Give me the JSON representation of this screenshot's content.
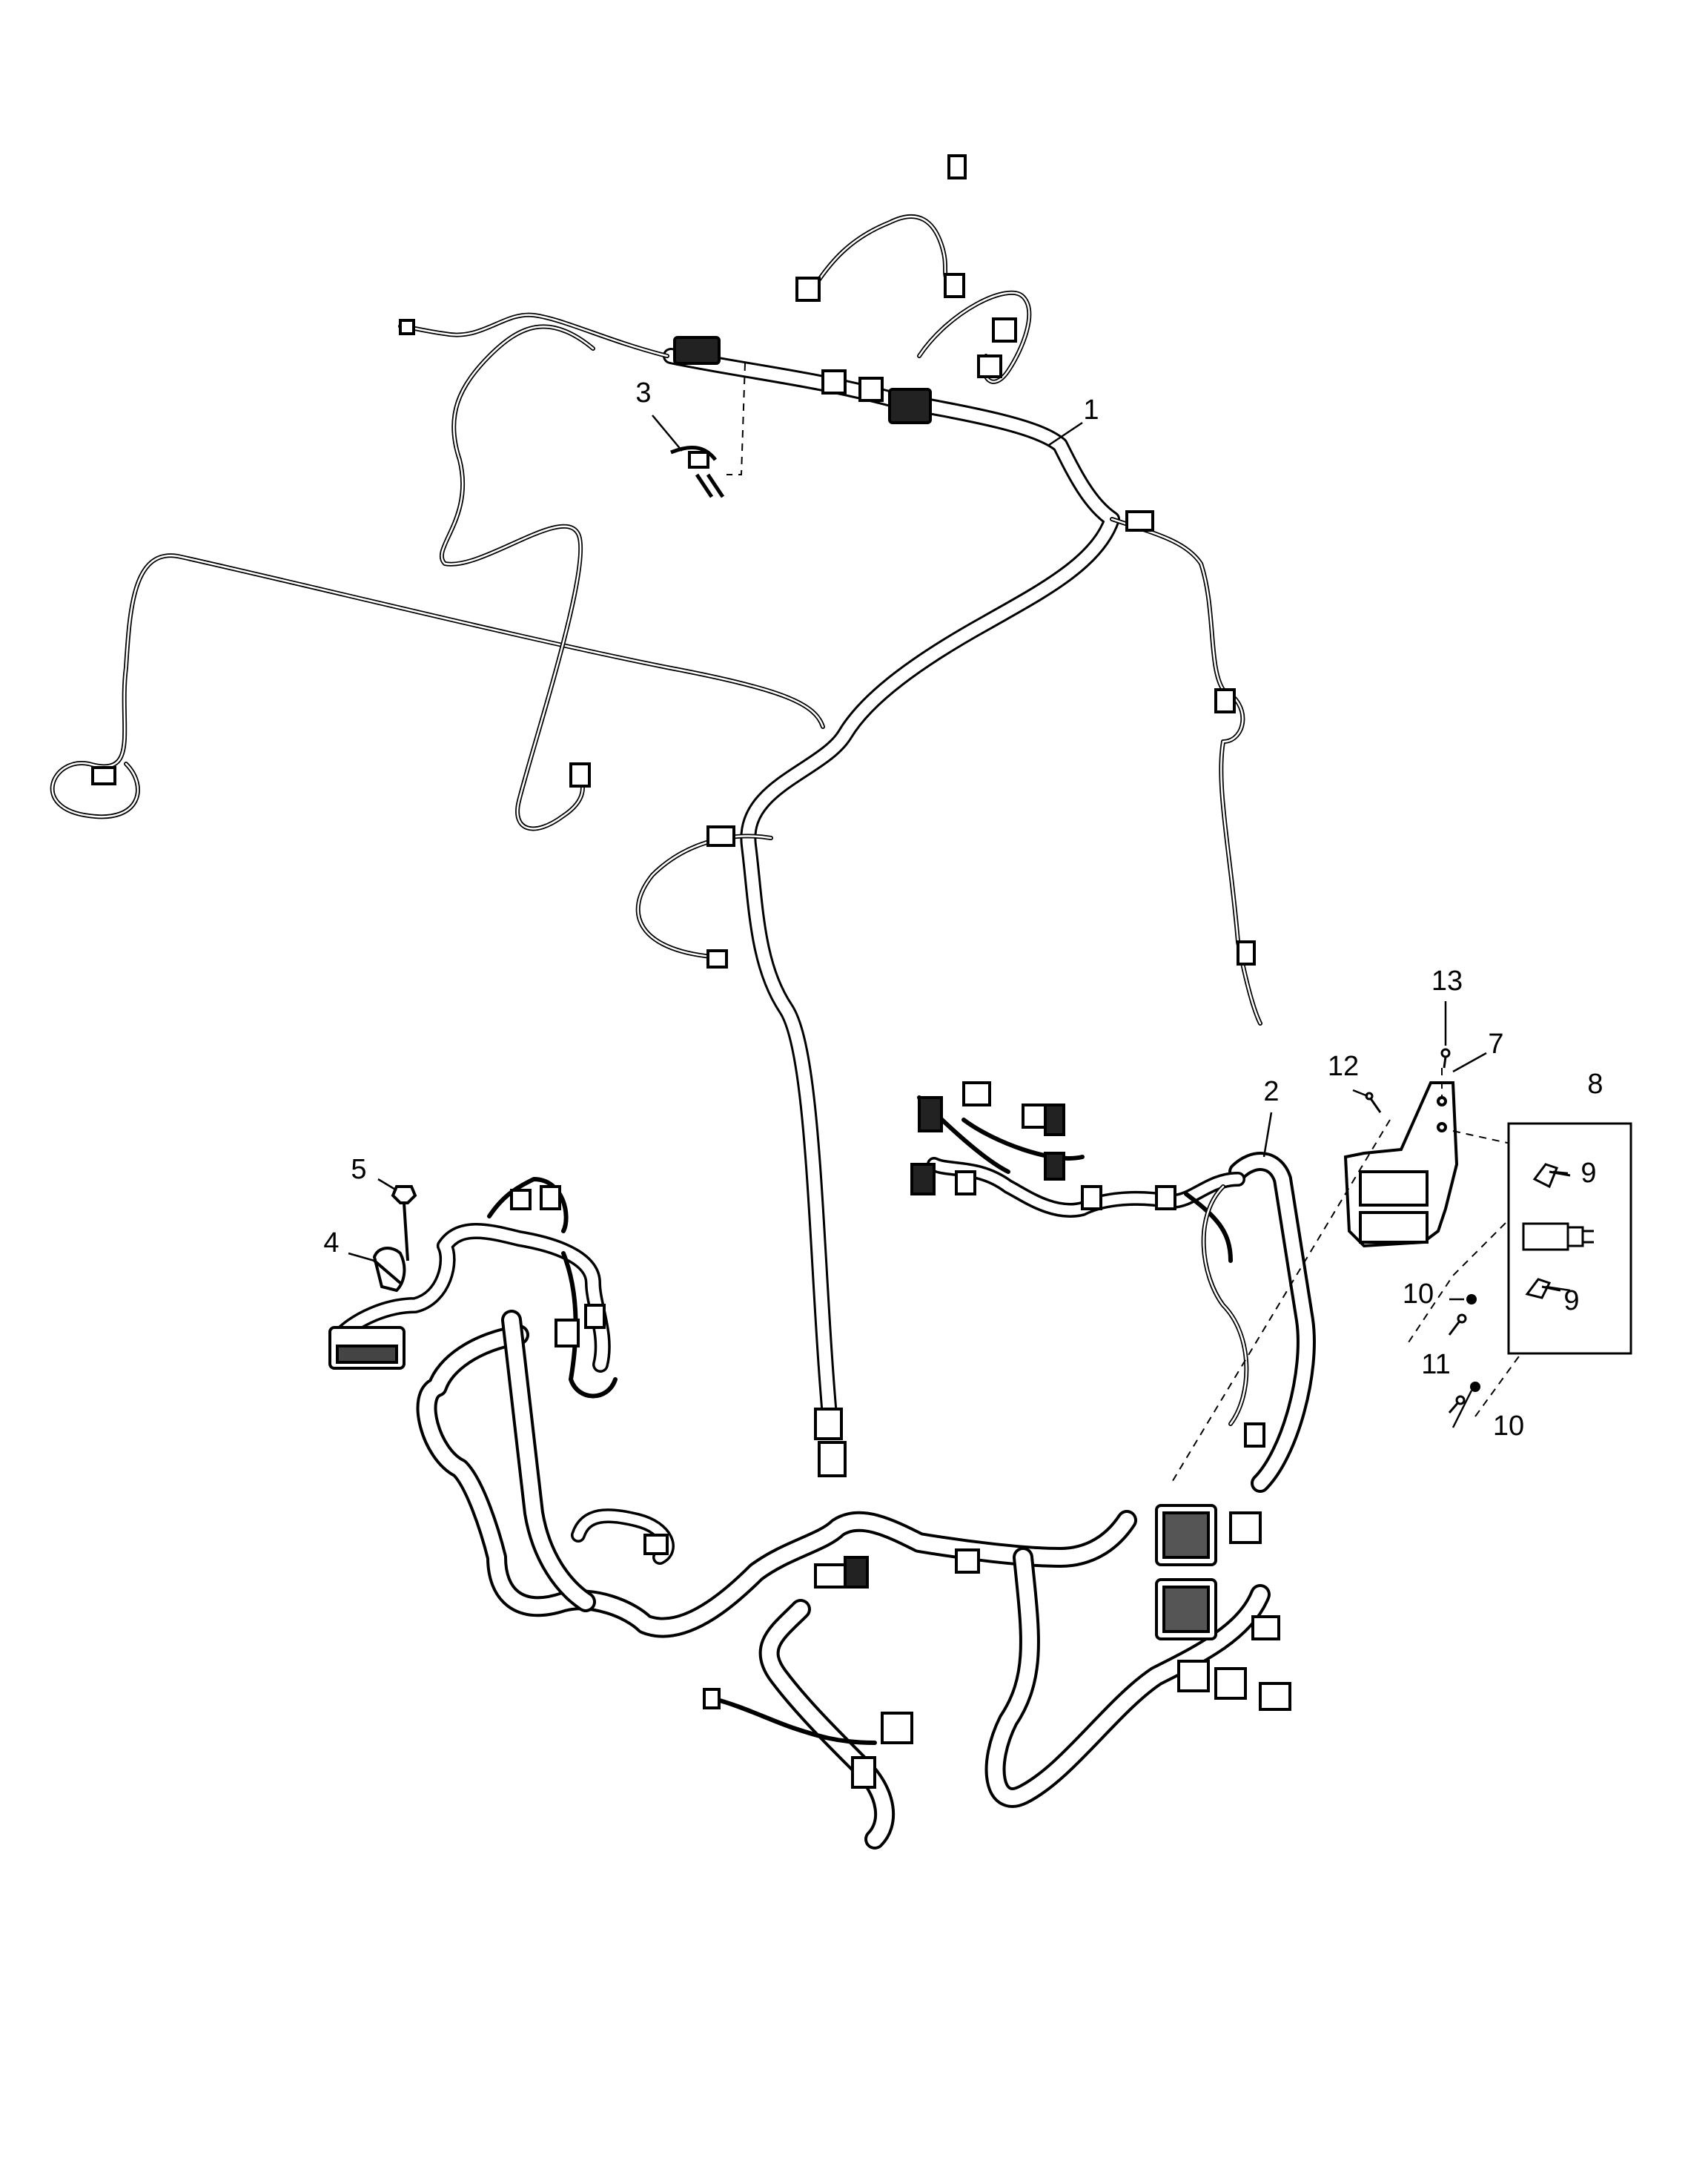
{
  "callouts": [
    {
      "label": "1"
    },
    {
      "label": "2"
    },
    {
      "label": "3"
    },
    {
      "label": "4"
    },
    {
      "label": "5"
    },
    {
      "label": "7"
    },
    {
      "label": "8"
    },
    {
      "label": "9"
    },
    {
      "label": "9"
    },
    {
      "label": "10"
    },
    {
      "label": "10"
    },
    {
      "label": "11"
    },
    {
      "label": "12"
    },
    {
      "label": "13"
    }
  ],
  "colors": {
    "line": "#000000",
    "background": "#ffffff"
  }
}
